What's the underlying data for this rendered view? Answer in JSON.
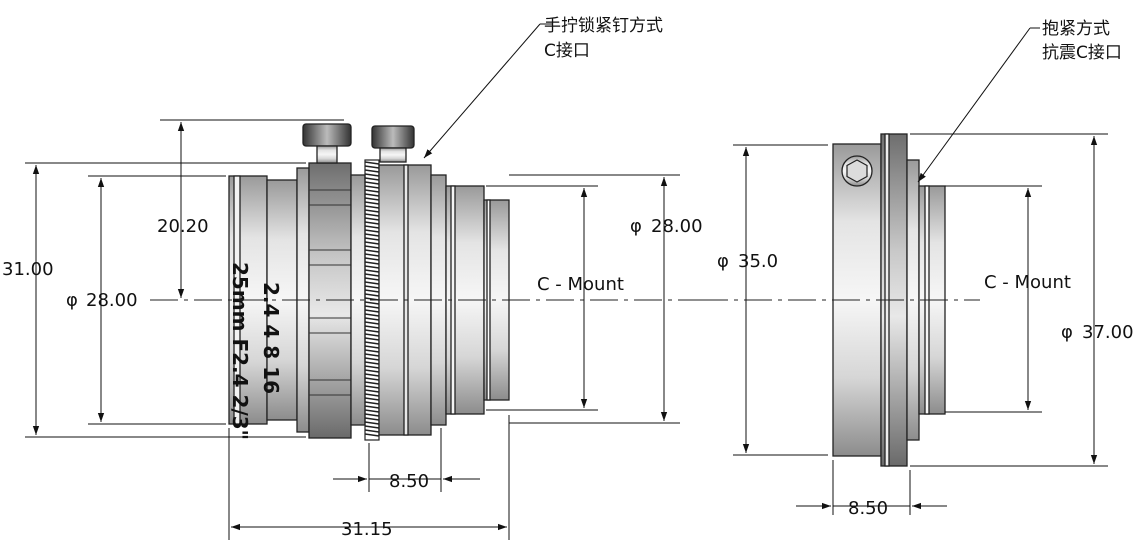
{
  "callouts": {
    "left": [
      "手拧锁紧钉方式",
      "C接口"
    ],
    "right": [
      "抱紧方式",
      "抗震C接口"
    ]
  },
  "lens_engraving": {
    "line1": "25mm F2.4 2/3\"",
    "line2": "2.4   4   8 16"
  },
  "dimensions": {
    "overall_height": "31.00",
    "center_height": "20.20",
    "front_diameter": "28.00",
    "mount_diameter_left": "28.00",
    "mount_label_left": "C - Mount",
    "flange_width_left": "8.50",
    "overall_length": "31.15",
    "adapter_diameter": "35.0",
    "mount_label_right": "C - Mount",
    "adapter_outer_diameter": "37.00",
    "flange_width_right": "8.50"
  },
  "diameter_symbol": "φ"
}
